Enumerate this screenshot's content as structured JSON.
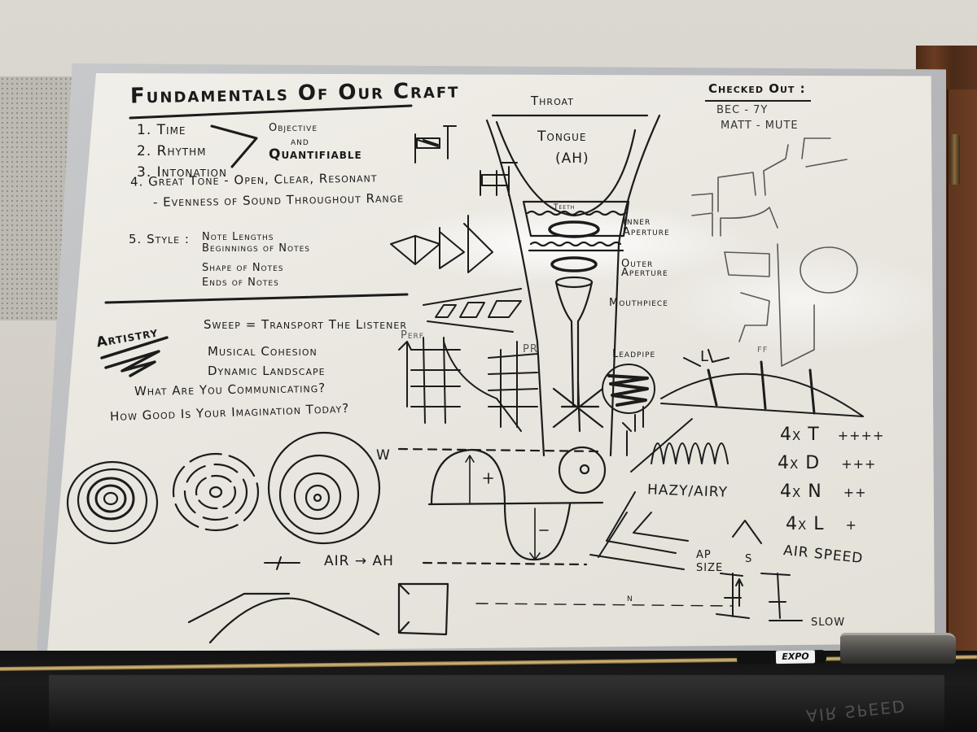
{
  "scene": {
    "description": "Whiteboard on a piano with music-pedagogy notes (brass/trumpet fundamentals)",
    "colors": {
      "wall": "#d6d2cb",
      "board": "#ece9e2",
      "ink": "#1c1c1c",
      "frame": "#b8b9bc",
      "door": "#5e351f",
      "piano": "#121212",
      "brass": "#c8ad6a"
    }
  },
  "board": {
    "title": "Fundamentals Of Our Craft",
    "fundamentals": [
      {
        "num": "1.",
        "label": "Time"
      },
      {
        "num": "2.",
        "label": "Rhythm"
      },
      {
        "num": "3.",
        "label": "Intonation"
      }
    ],
    "objective": {
      "line1": "Objective",
      "line2": "and",
      "line3": "Quantifiable"
    },
    "tone": {
      "num": "4.",
      "label": "Great Tone - Open, Clear, Resonant",
      "sub": "- Evenness of Sound Throughout Range"
    },
    "style": {
      "num": "5.",
      "label": "Style :",
      "items": [
        "Note Lengths",
        "Beginnings of Notes",
        "Shape of Notes",
        "Ends of Notes"
      ]
    },
    "artistry": {
      "heading": "Artistry",
      "items": [
        "Sweep = Transport The Listener",
        "Musical Cohesion",
        "Dynamic Landscape"
      ],
      "questions": [
        "What Are You Communicating?",
        "How Good Is Your Imagination Today?"
      ]
    },
    "checked_out": {
      "heading": "Checked Out :",
      "items": [
        "BEC - 7Y",
        "MATT - MUTE"
      ]
    },
    "diagram": {
      "throat": "Throat",
      "tongue": "Tongue",
      "tongue_vowel": "(AH)",
      "teeth": "Teeth",
      "inner_aperture": [
        "Inner",
        "Aperture"
      ],
      "outer_aperture": [
        "Outer",
        "Aperture"
      ],
      "mouthpiece": "Mouthpiece",
      "leadpipe": "Leadpipe"
    },
    "labels": {
      "perf": "Perf",
      "pr": "PR",
      "w": "W",
      "air_ah": "AIR → AH",
      "plus": "+",
      "minus": "-",
      "L": "L",
      "ff": "FF",
      "hazy": "HAZY/AIRY",
      "ap_size": [
        "AP",
        "SIZE"
      ],
      "s": "S",
      "air_speed": "AIR SPEED",
      "slow": "SLOW",
      "n": "n"
    },
    "articulations": [
      {
        "count": "4x",
        "syllable": "T",
        "marks": "++++"
      },
      {
        "count": "4x",
        "syllable": "D",
        "marks": "+++"
      },
      {
        "count": "4x",
        "syllable": "N",
        "marks": "++"
      },
      {
        "count": "4x",
        "syllable": "L",
        "marks": "+"
      }
    ]
  },
  "tray": {
    "marker_brand": "EXPO"
  },
  "reflection_text": "AIR SPEED"
}
